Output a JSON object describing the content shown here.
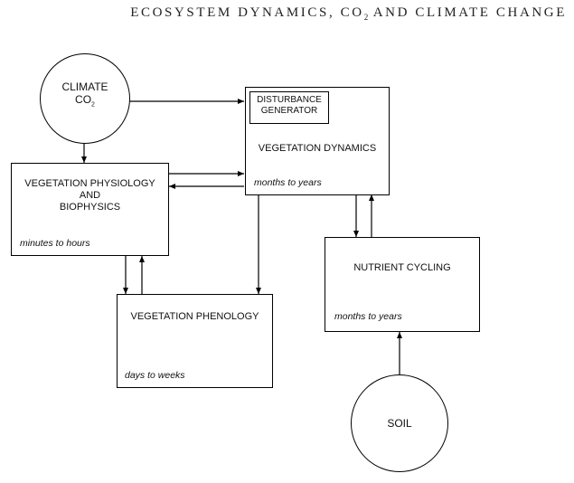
{
  "header": {
    "title_pre": "ECOSYSTEM DYNAMICS, CO",
    "title_sub": "2",
    "title_post": " AND CLIMATE CHANGE"
  },
  "nodes": {
    "climate": {
      "line1": "CLIMATE",
      "line2": "CO",
      "line2_sub": "2"
    },
    "disturbance": {
      "line1": "DISTURBANCE",
      "line2": "GENERATOR"
    },
    "vegetation_dynamics": {
      "label": "VEGETATION DYNAMICS",
      "time": "months to years"
    },
    "vegetation_physiology": {
      "line1": "VEGETATION PHYSIOLOGY",
      "line2": "AND",
      "line3": "BIOPHYSICS",
      "time": "minutes to hours"
    },
    "nutrient_cycling": {
      "label": "NUTRIENT CYCLING",
      "time": "months to years"
    },
    "vegetation_phenology": {
      "label": "VEGETATION PHENOLOGY",
      "time": "days to weeks"
    },
    "soil": {
      "label": "SOIL"
    }
  }
}
